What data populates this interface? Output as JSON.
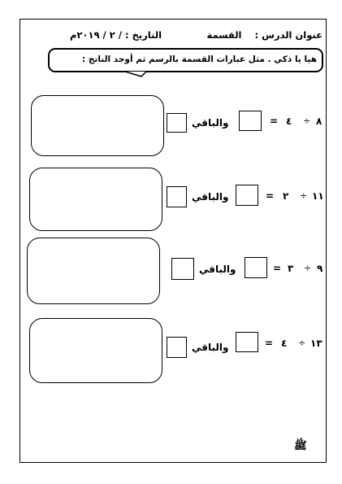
{
  "header": {
    "lesson_label": "عنوان الدرس :",
    "lesson_title": "القسمة",
    "date_text": "التاريخ : / ٢ / ٢٠١٩م"
  },
  "instruction": "هيا يا ذكي . مثل عبارات القسمة بالرسم ثم أوجد الناتج :",
  "symbols": {
    "divide": "÷",
    "equals": "="
  },
  "remainder_label": "والباقي",
  "problems": [
    {
      "dividend": "٨",
      "divisor": "٤"
    },
    {
      "dividend": "١١",
      "divisor": "٢"
    },
    {
      "dividend": "٩",
      "divisor": "٣"
    },
    {
      "dividend": "١٣",
      "divisor": "٤"
    }
  ],
  "footer_logo": "ﷺ"
}
